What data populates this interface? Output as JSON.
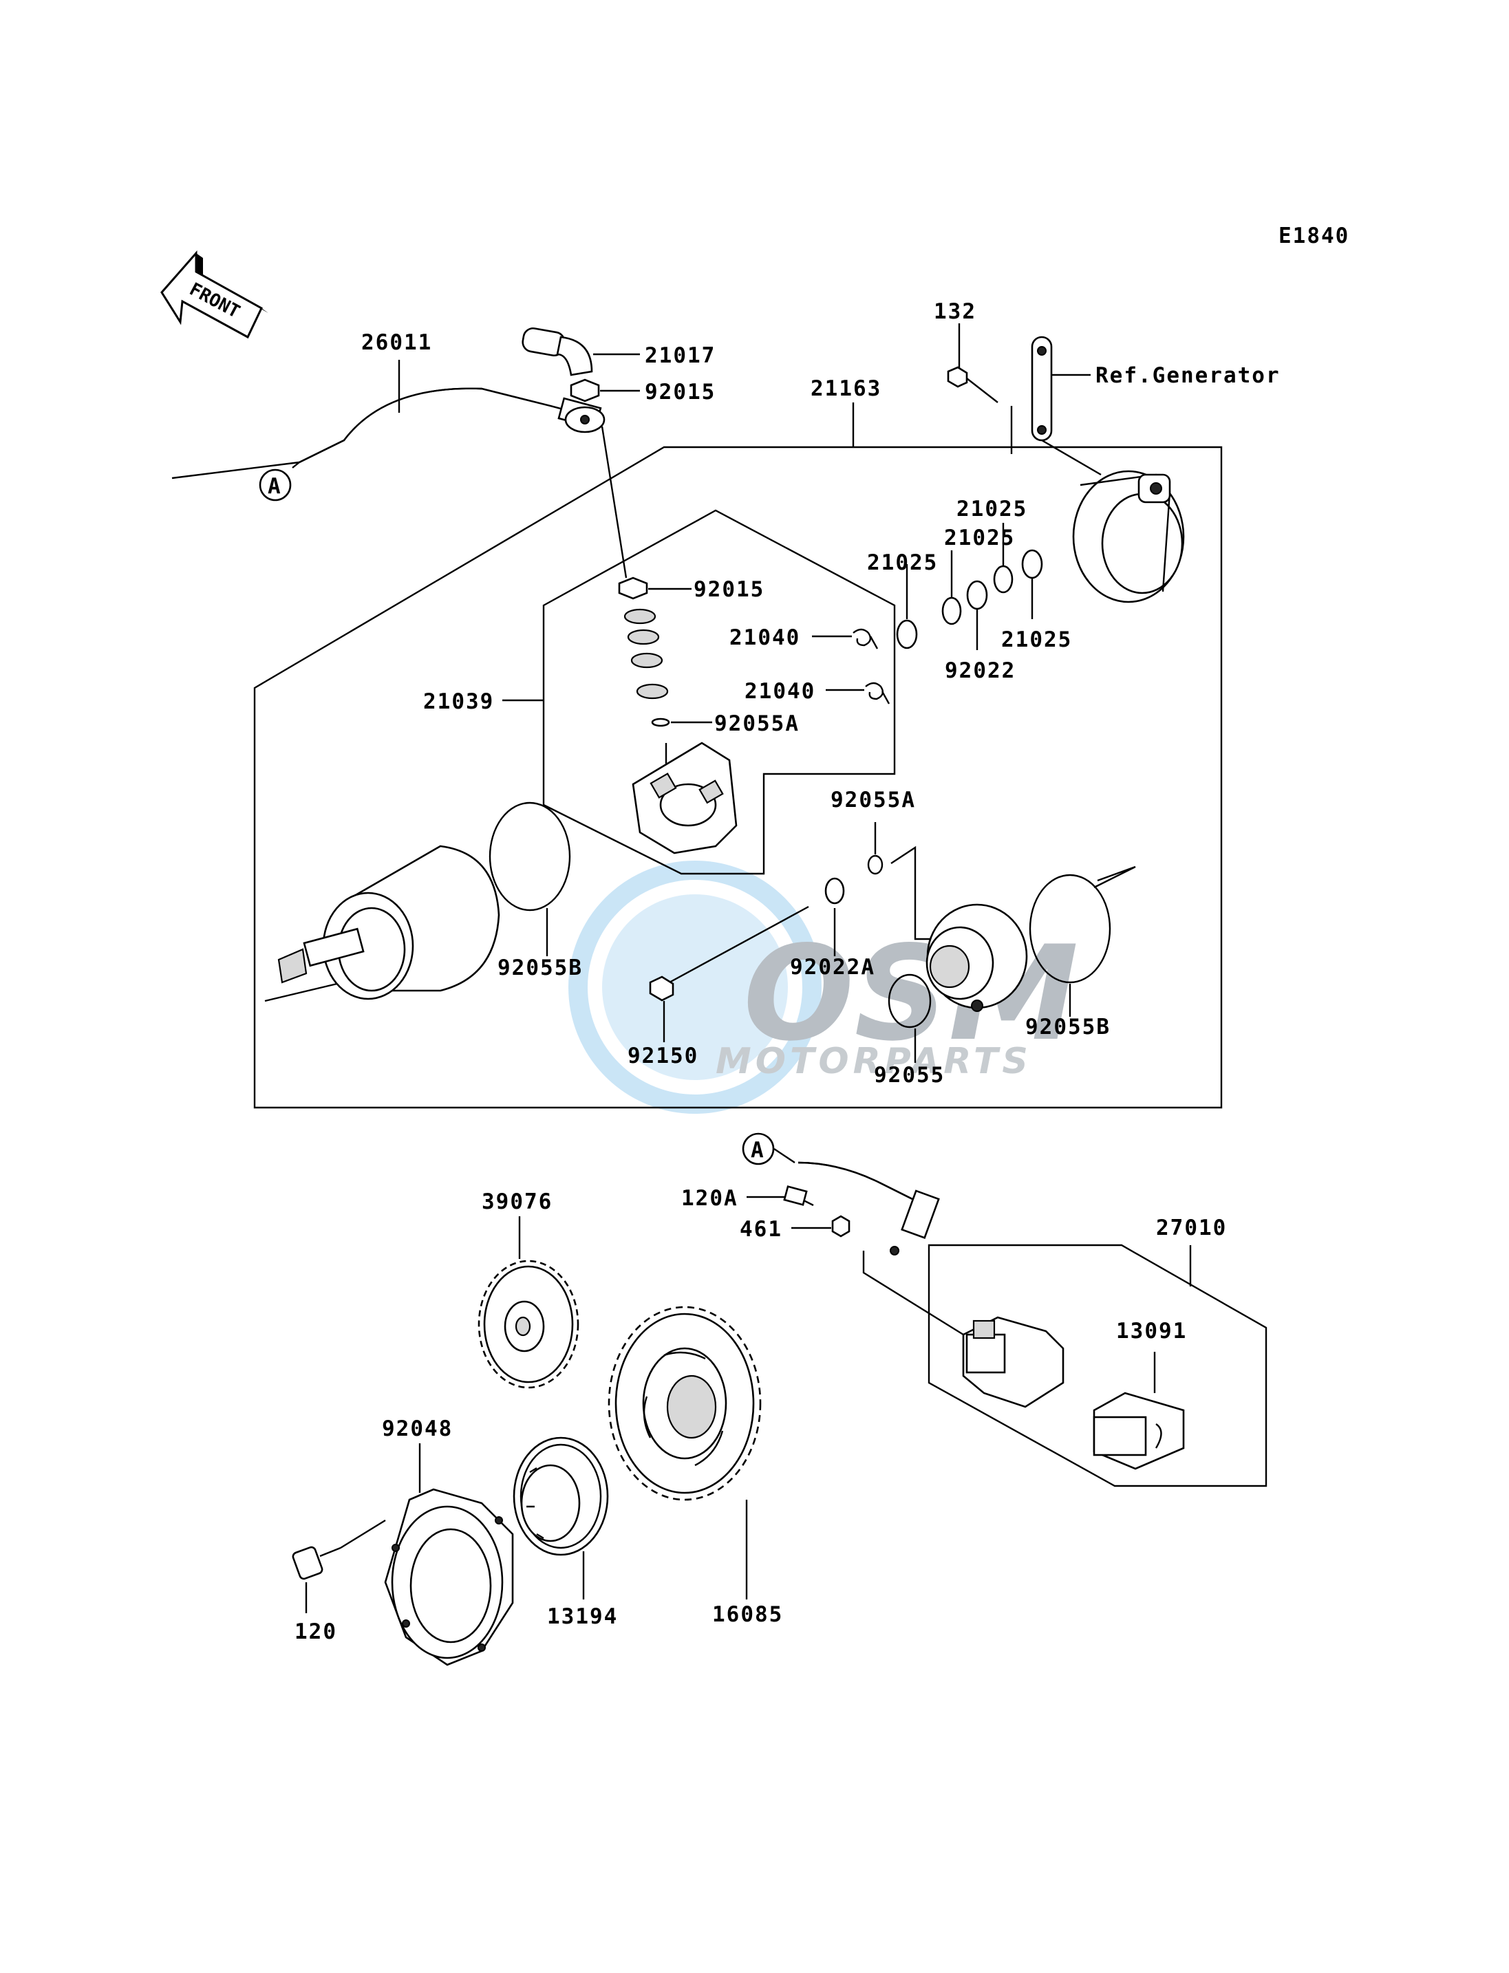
{
  "diagram_code": "E1840",
  "front_label": "FRONT",
  "watermark": {
    "main": "OSM",
    "sub": "MOTORPARTS"
  },
  "ref_callouts": {
    "circle_a": "A",
    "circle_a2": "A",
    "ref_generator": "Ref.Generator"
  },
  "part_labels": {
    "p26011": "26011",
    "p21017": "21017",
    "p92015_top": "92015",
    "p21163": "21163",
    "p132": "132",
    "p21025_a": "21025",
    "p21025_b": "21025",
    "p21025_c": "21025",
    "p21025_d": "21025",
    "p92015_mid": "92015",
    "p21040_a": "21040",
    "p21040_b": "21040",
    "p92022": "92022",
    "p21039": "21039",
    "p92055A_a": "92055A",
    "p92055A_b": "92055A",
    "p92022A": "92022A",
    "p92055B_left": "92055B",
    "p92055B_right": "92055B",
    "p92150": "92150",
    "p92055": "92055",
    "p39076": "39076",
    "p120A": "120A",
    "p461": "461",
    "p27010": "27010",
    "p13091": "13091",
    "p92048": "92048",
    "p120": "120",
    "p13194": "13194",
    "p16085": "16085"
  },
  "colors": {
    "line": "#000000",
    "background": "#ffffff",
    "watermark_blue": "#4da3e0",
    "watermark_grey": "#9aa3ab"
  }
}
